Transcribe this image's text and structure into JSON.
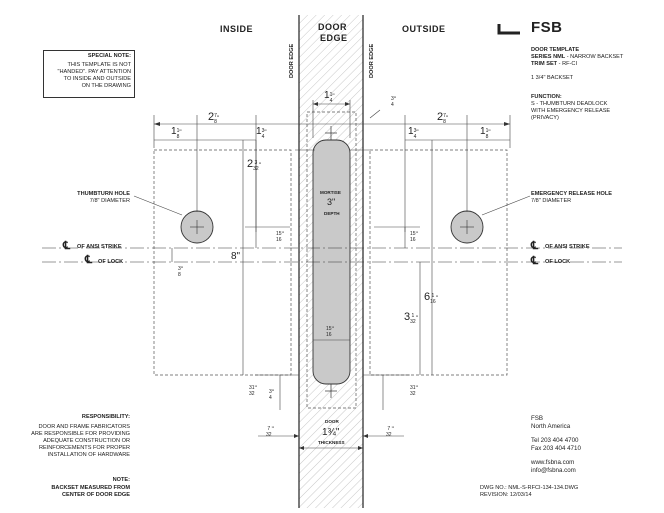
{
  "headers": {
    "inside": "INSIDE",
    "door_edge_top": "DOOR",
    "door_edge_bottom": "EDGE",
    "outside": "OUTSIDE"
  },
  "vertical_labels": {
    "left": "DOOR EDGE",
    "right": "DOOR EDGE"
  },
  "brand": {
    "name": "FSB"
  },
  "special_note": {
    "title": "SPECIAL NOTE:",
    "lines": [
      "THIS TEMPLATE IS NOT",
      "\"HANDED\". PAY ATTENTION",
      "TO INSIDE AND OUTSIDE",
      "ON THE DRAWING"
    ]
  },
  "template_info": {
    "line1": "DOOR TEMPLATE",
    "series_label": "SERIES NML",
    "series_value": " - NARROW BACKSET",
    "trim_label": "TRIM SET",
    "trim_value": " - RF-CI",
    "backset": "1 3/4\" BACKSET"
  },
  "function": {
    "title": "FUNCTION:",
    "lines": [
      "S - THUMBTURN DEADLOCK",
      "WITH EMERGENCY RELEASE",
      "(PRIVACY)"
    ]
  },
  "left_hole": {
    "title": "THUMBTURN HOLE",
    "diameter": "7/8\" DIAMETER"
  },
  "right_hole": {
    "title": "EMERGENCY RELEASE HOLE",
    "diameter": "7/8\" DIAMETER"
  },
  "centerlines": {
    "strike_label": "OF ANSI STRIKE",
    "lock_label": "OF LOCK",
    "symbol": "℄"
  },
  "mortise": {
    "line1": "MORTISE",
    "value": "3\"",
    "line2": "DEPTH"
  },
  "door_thickness": {
    "line1": "DOOR",
    "value": "1¾\"",
    "line2": "THICKNESS"
  },
  "dims": {
    "two_seven_eighths": {
      "w": "2",
      "n": "7",
      "d": "8"
    },
    "one_one_eighth": {
      "w": "1",
      "n": "1",
      "d": "8"
    },
    "three_quarter": {
      "n": "3",
      "d": "4"
    },
    "one_one_quarter": {
      "w": "1",
      "n": "1",
      "d": "4"
    },
    "two_three_32": {
      "w": "2",
      "n": "3",
      "d": "32"
    },
    "fifteen_16": {
      "n": "15",
      "d": "16"
    },
    "eight": "8\"",
    "three_eighth": {
      "n": "3",
      "d": "8"
    },
    "six_one_16": {
      "w": "6",
      "n": "1",
      "d": "16"
    },
    "three_one_32": {
      "w": "3",
      "n": "1",
      "d": "32"
    },
    "thirty_one_32": {
      "n": "31",
      "d": "32"
    },
    "seven_32": {
      "n": "7",
      "d": "32"
    }
  },
  "responsibility": {
    "title": "RESPONSIBILITY:",
    "lines": [
      "DOOR AND FRAME FABRICATORS",
      "ARE RESPONSIBLE FOR PROVIDING",
      "ADEQUATE CONSTRUCTION OR",
      "REINFORCEMENTS FOR PROPER",
      "INSTALLATION OF HARDWARE"
    ]
  },
  "note": {
    "title": "NOTE:",
    "lines": [
      "BACKSET MEASURED FROM",
      "CENTER OF DOOR EDGE"
    ]
  },
  "contact": {
    "company": "FSB",
    "region": "North America",
    "tel": "Tel 203 404 4700",
    "fax": "Fax 203 404 4710",
    "web": "www.fsbna.com",
    "email": "info@fsbna.com"
  },
  "drawing": {
    "dwg_no": "DWG NO.: NML-S-RFCI-134-134.DWG",
    "revision": "REVISION: 12/03/14"
  }
}
